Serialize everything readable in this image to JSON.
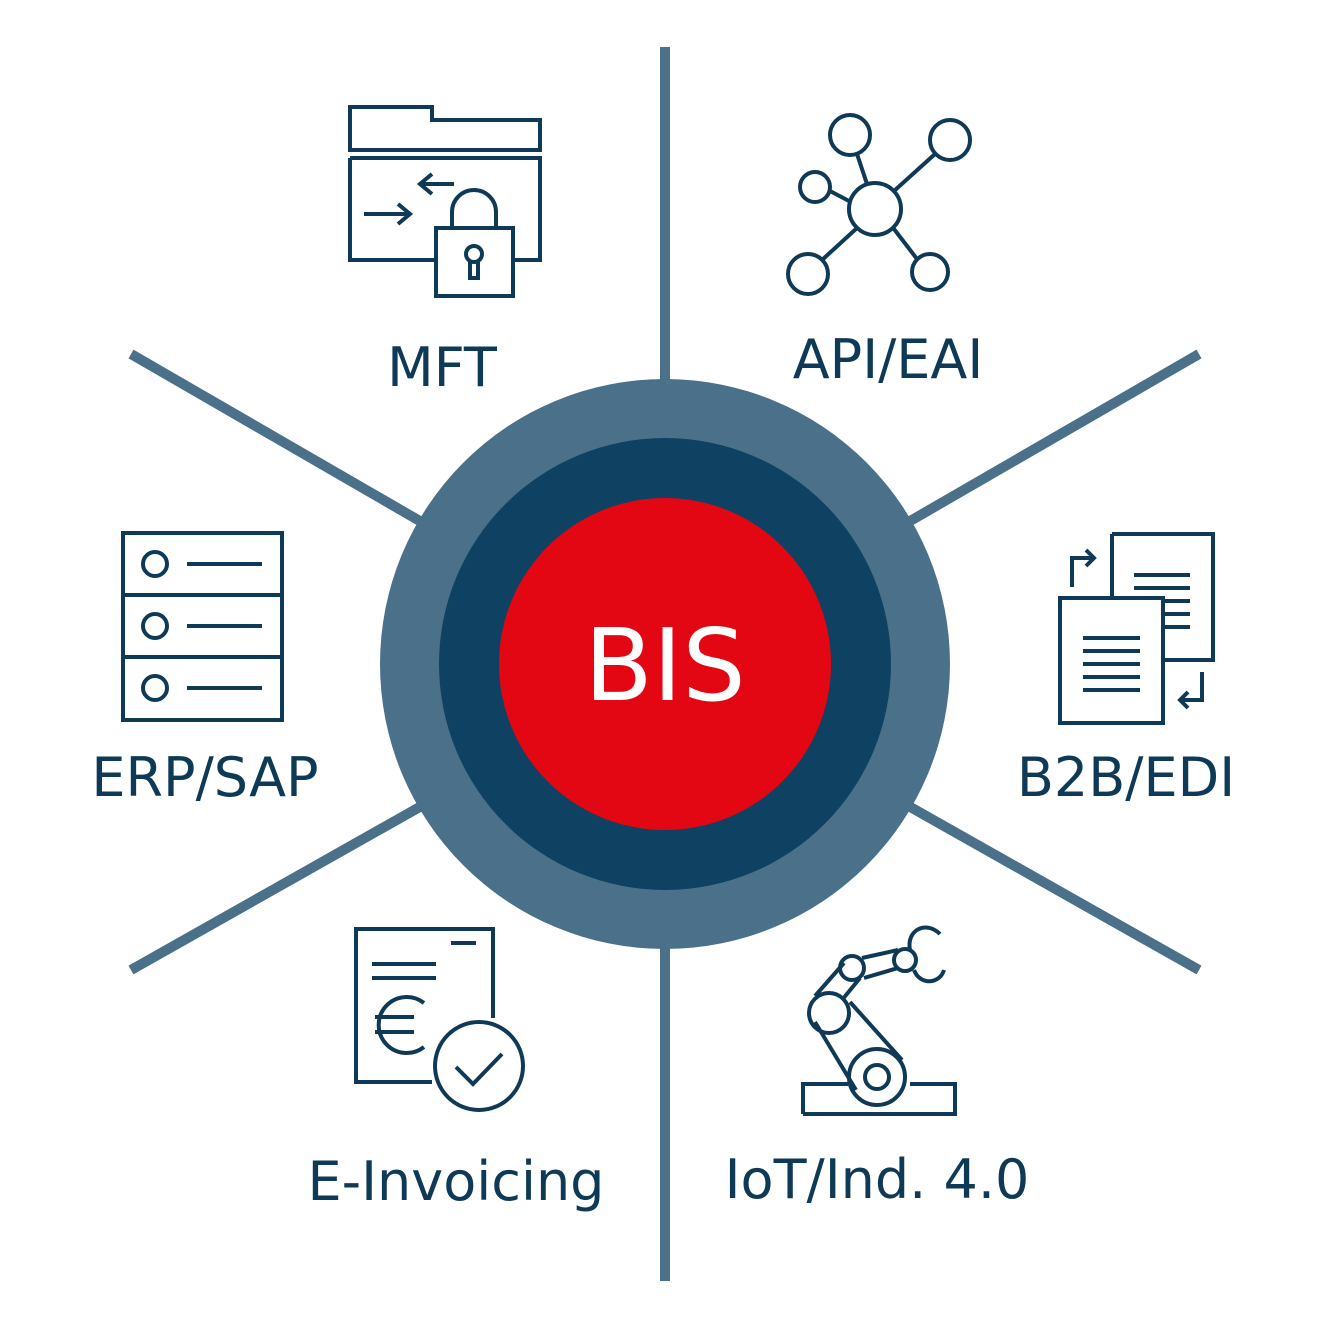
{
  "center": {
    "label": "BIS",
    "outer_ring_color": "#4a7189",
    "inner_ring_color": "#0f4262",
    "core_color": "#e30613"
  },
  "spoke_color": "#4a7189",
  "icon_color": "#0f3a57",
  "segments": [
    {
      "label": "MFT",
      "icon": "folder-transfer-lock-icon"
    },
    {
      "label": "API/EAI",
      "icon": "network-hub-icon"
    },
    {
      "label": "B2B/EDI",
      "icon": "document-exchange-icon"
    },
    {
      "label": "IoT/Ind. 4.0",
      "icon": "robot-arm-icon"
    },
    {
      "label": "E-Invoicing",
      "icon": "euro-invoice-check-icon"
    },
    {
      "label": "ERP/SAP",
      "icon": "server-list-icon"
    }
  ]
}
